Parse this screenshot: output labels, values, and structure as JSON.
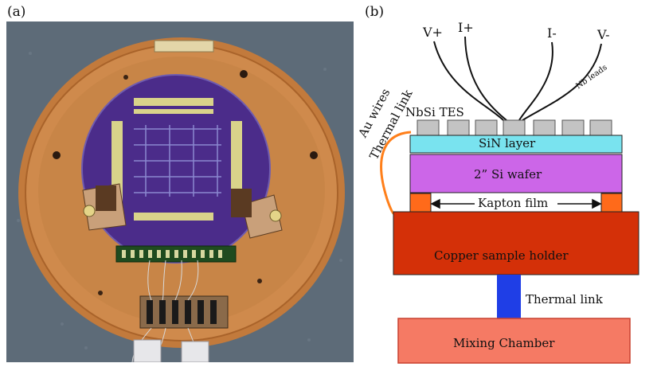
{
  "panels": {
    "a_label": "(a)",
    "b_label": "(b)"
  },
  "diagram": {
    "leads": {
      "v_plus": "V+",
      "i_plus": "I+",
      "i_minus": "I-",
      "v_minus": "V-",
      "nb_leads": "Nb leads"
    },
    "au_wires": "Au wires",
    "thermal_link_side": "Thermal link",
    "tes": "NbSi TES",
    "sin_layer": "SiN layer",
    "si_wafer": "2”  Si wafer",
    "kapton": "Kapton film",
    "copper_holder": "Copper sample holder",
    "thermal_link": "Thermal link",
    "mixing_chamber": "Mixing Chamber",
    "colors": {
      "sin": "#79e3ef",
      "si_wafer": "#cc66e8",
      "copper": "#d43008",
      "kapton_pad": "#ff6a1a",
      "thermal_link": "#1f3ee6",
      "mixing_chamber": "#f57a64",
      "tes_pad": "#c3c3c3",
      "au_wire": "#ff7f1a"
    }
  }
}
